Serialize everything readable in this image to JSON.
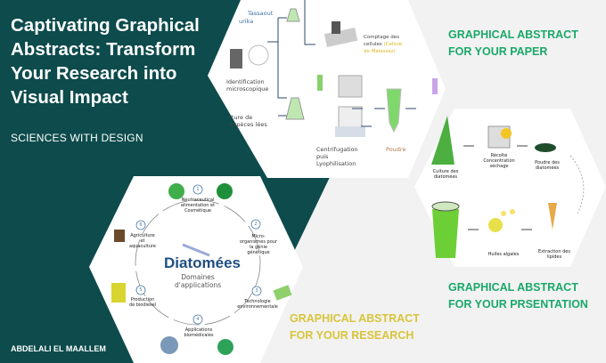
{
  "colors": {
    "panel": "#0d4b4c",
    "background": "#f2f2f2",
    "paper_caption": "#1aa86a",
    "research_caption": "#d8c43a"
  },
  "hero": {
    "title": "Captivating Graphical Abstracts: Transform Your Research into Visual Impact",
    "subtitle": "SCIENCES WITH DESIGN",
    "author": "ABDELALI EL MAALLEM"
  },
  "captions": {
    "paper": "GRAPHICAL ABSTRACT FOR YOUR PAPER",
    "presentation": "GRAPHICAL ABSTRACT FOR YOUR PRSENTATION",
    "research": "GRAPHICAL ABSTRACT FOR YOUR RESEARCH"
  },
  "paper_sample": {
    "frag1": "Tassaout",
    "frag2": "urika",
    "identification": "Identification microscopique",
    "culture": "lture de espèces lées",
    "counting": "Comptage des cellules",
    "counting_highlight": "(Cellule de Malassez)",
    "centrifugation": "Centrifugation puis Lyophilisation",
    "powder": "Poudre"
  },
  "presentation_sample": {
    "culture": "Culture des diatomées",
    "harvest": "Récolte Concentration séchage",
    "powder": "Poudre des diatomées",
    "extraction": "Extraction des lipides",
    "oils": "Huiles algales"
  },
  "research_sample": {
    "title": "Diatomées",
    "subtitle": "Domaines d'applications",
    "steps": [
      {
        "n": "1",
        "label": "Neutraceutical alimentation et Cosmétique"
      },
      {
        "n": "2",
        "label": "Micro-organismes pour la génie génétique"
      },
      {
        "n": "3",
        "label": "Technologie environnementale"
      },
      {
        "n": "4",
        "label": "Applications biomédicales"
      },
      {
        "n": "5",
        "label": "Production de biodiesel"
      },
      {
        "n": "6",
        "label": "Agriculture et aquaculture"
      }
    ]
  }
}
